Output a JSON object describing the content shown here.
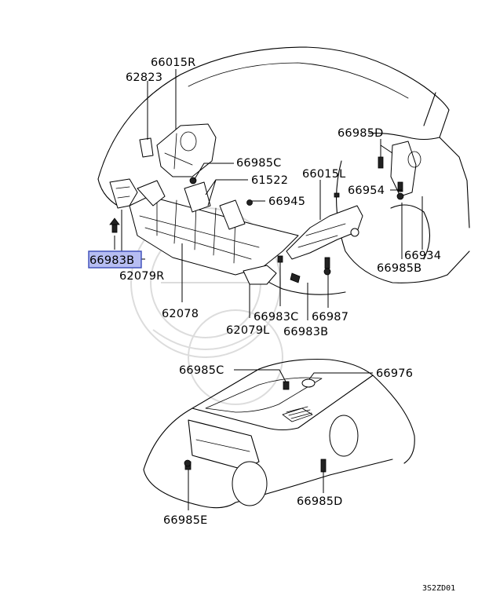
{
  "diagram_code": "3S2ZD01",
  "highlight_color": "#b6bdf2",
  "labels": {
    "p66015R": "66015R",
    "p62823": "62823",
    "p66985C_top": "66985C",
    "p61522": "61522",
    "p66945": "66945",
    "p66015L": "66015L",
    "p66985D_top": "66985D",
    "p66954": "66954",
    "p66934": "66934",
    "p66985B": "66985B",
    "p66983B_left": "66983B",
    "p62079R": "62079R",
    "p62078": "62078",
    "p62079L": "62079L",
    "p66983C": "66983C",
    "p66987": "66987",
    "p66983B_bottom": "66983B",
    "p66985C_car": "66985C",
    "p66976": "66976",
    "p66985E": "66985E",
    "p66985D_car": "66985D"
  }
}
